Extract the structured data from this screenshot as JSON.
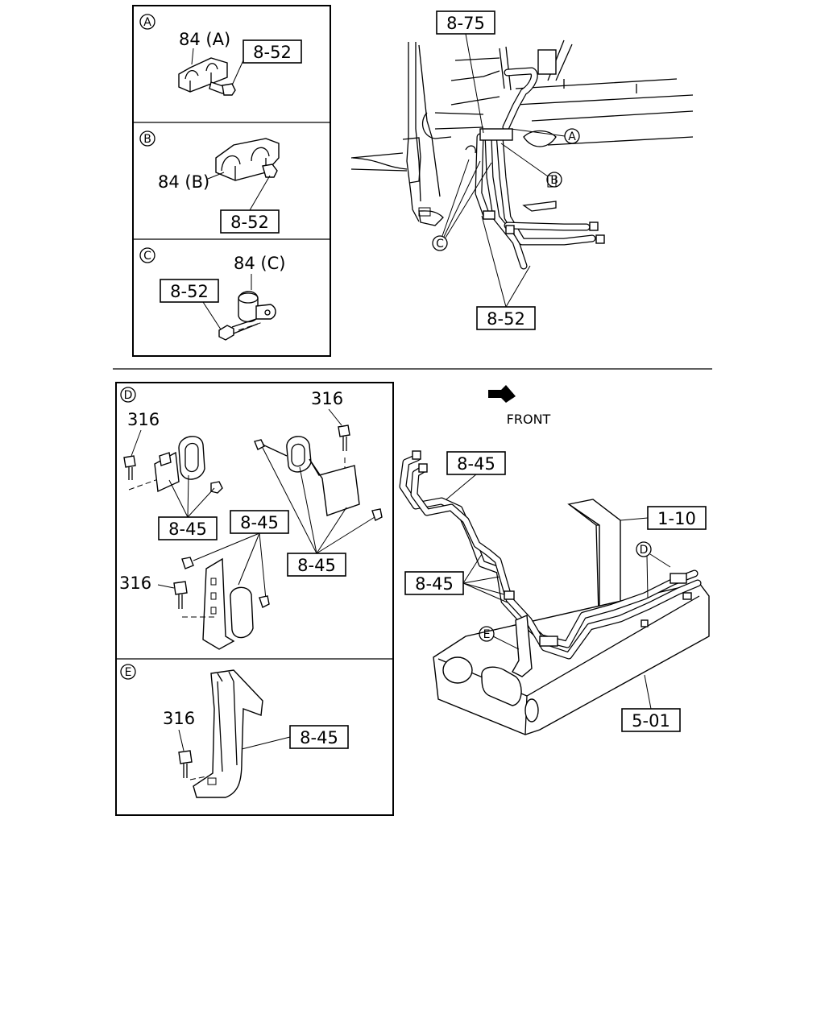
{
  "detail_panels": {
    "A": {
      "marker": "A",
      "clamp_label": "84 (A)",
      "ref_label": "8-52"
    },
    "B": {
      "marker": "B",
      "clamp_label": "84 (B)",
      "ref_label": "8-52"
    },
    "C": {
      "marker": "C",
      "clamp_label": "84 (C)",
      "ref_label": "8-52"
    },
    "D": {
      "marker": "D",
      "bolt_label_1": "316",
      "bolt_label_2": "316",
      "bolt_label_3": "316",
      "ref_label_1": "8-45",
      "ref_label_2": "8-45",
      "ref_label_3": "8-45"
    },
    "E": {
      "marker": "E",
      "bolt_label": "316",
      "ref_label": "8-45"
    }
  },
  "upper_view": {
    "ref_top": "8-75",
    "ref_bottom": "8-52",
    "callouts": [
      "A",
      "B",
      "C"
    ]
  },
  "lower_view": {
    "direction_label": "FRONT",
    "ref_hose_top": "8-45",
    "ref_hose_mid": "8-45",
    "ref_tank": "1-10",
    "ref_frame": "5-01",
    "callouts": [
      "D",
      "E"
    ]
  }
}
